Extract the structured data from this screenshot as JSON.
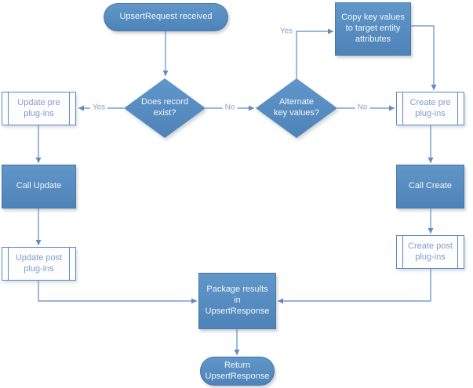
{
  "diagram": {
    "type": "flowchart",
    "nodes": {
      "upsert_request": {
        "label": "UpsertRequest received",
        "shape": "terminator"
      },
      "does_record_exist": {
        "label": "Does record exist?",
        "shape": "decision"
      },
      "update_pre": {
        "label": "Update pre plug-ins",
        "shape": "predefined-process"
      },
      "call_update": {
        "label": "Call Update",
        "shape": "process"
      },
      "update_post": {
        "label": "Update post plug-ins",
        "shape": "predefined-process"
      },
      "alternate_key": {
        "label": "Alternate key values?",
        "shape": "decision"
      },
      "copy_key_values": {
        "label": "Copy key values to target entity attributes",
        "shape": "process"
      },
      "create_pre": {
        "label": "Create pre plug-ins",
        "shape": "predefined-process"
      },
      "call_create": {
        "label": "Call Create",
        "shape": "process"
      },
      "create_post": {
        "label": "Create post plug-ins",
        "shape": "predefined-process"
      },
      "package_results": {
        "label": "Package results in UpsertResponse",
        "shape": "process"
      },
      "return_response": {
        "label": "Return UpsertResponse",
        "shape": "terminator"
      }
    },
    "edges": [
      {
        "from": "upsert_request",
        "to": "does_record_exist",
        "label": ""
      },
      {
        "from": "does_record_exist",
        "to": "update_pre",
        "label": "Yes"
      },
      {
        "from": "does_record_exist",
        "to": "alternate_key",
        "label": "No"
      },
      {
        "from": "alternate_key",
        "to": "copy_key_values",
        "label": "Yes"
      },
      {
        "from": "alternate_key",
        "to": "create_pre",
        "label": "No"
      },
      {
        "from": "copy_key_values",
        "to": "create_pre",
        "label": ""
      },
      {
        "from": "update_pre",
        "to": "call_update",
        "label": ""
      },
      {
        "from": "call_update",
        "to": "update_post",
        "label": ""
      },
      {
        "from": "update_post",
        "to": "package_results",
        "label": ""
      },
      {
        "from": "create_pre",
        "to": "call_create",
        "label": ""
      },
      {
        "from": "call_create",
        "to": "create_post",
        "label": ""
      },
      {
        "from": "create_post",
        "to": "package_results",
        "label": ""
      },
      {
        "from": "package_results",
        "to": "return_response",
        "label": ""
      }
    ],
    "colors": {
      "solid_fill": "#5187bd",
      "solid_fill_light": "#6096c8",
      "solid_border": "#44749f",
      "outline_fill": "#fdfdfe",
      "outline_border": "#5a8ac0",
      "outline_text": "#7f9fc8",
      "connector": "#5e8cc2",
      "edge_label_text": "#8aa2c4",
      "node_text": "#ffffff",
      "background": "#ffffff"
    }
  }
}
